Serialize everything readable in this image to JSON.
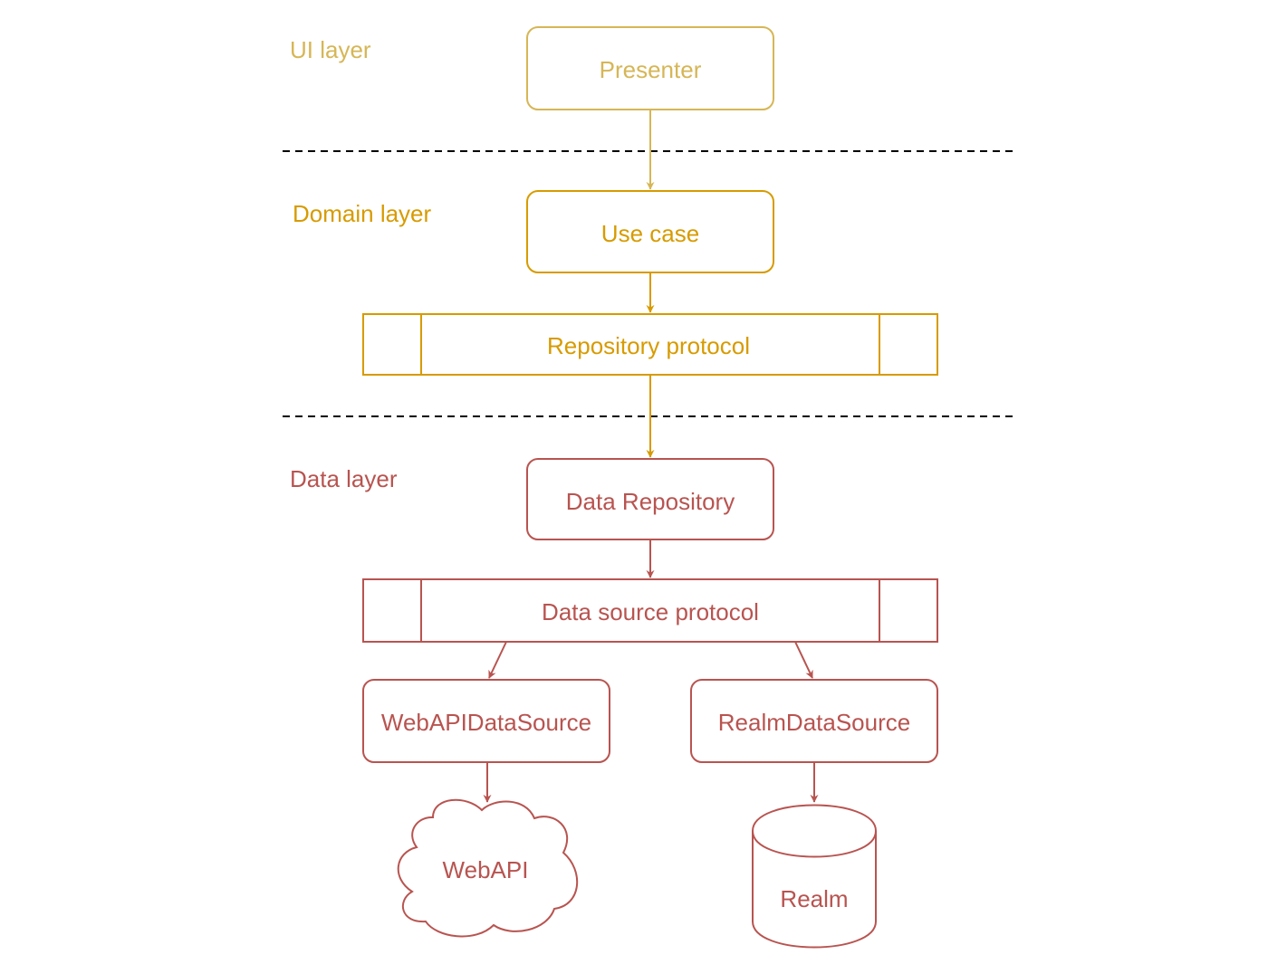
{
  "colors": {
    "ui_layer": "#d6b656",
    "domain_layer": "#d79b00",
    "data_layer": "#b85450",
    "divider": "#000000"
  },
  "layers": {
    "ui": {
      "label": "UI layer"
    },
    "domain": {
      "label": "Domain layer"
    },
    "data": {
      "label": "Data layer"
    }
  },
  "nodes": {
    "presenter": "Presenter",
    "use_case": "Use case",
    "repository_protocol": "Repository protocol",
    "data_repository": "Data Repository",
    "data_source_protocol": "Data source protocol",
    "web_api_data_source": "WebAPIDataSource",
    "realm_data_source": "RealmDataSource",
    "web_api": "WebAPI",
    "realm": "Realm"
  },
  "edges": [
    {
      "from": "presenter",
      "to": "use_case"
    },
    {
      "from": "use_case",
      "to": "repository_protocol"
    },
    {
      "from": "repository_protocol",
      "to": "data_repository"
    },
    {
      "from": "data_repository",
      "to": "data_source_protocol"
    },
    {
      "from": "data_source_protocol",
      "to": "web_api_data_source"
    },
    {
      "from": "data_source_protocol",
      "to": "realm_data_source"
    },
    {
      "from": "web_api_data_source",
      "to": "web_api"
    },
    {
      "from": "realm_data_source",
      "to": "realm"
    }
  ]
}
